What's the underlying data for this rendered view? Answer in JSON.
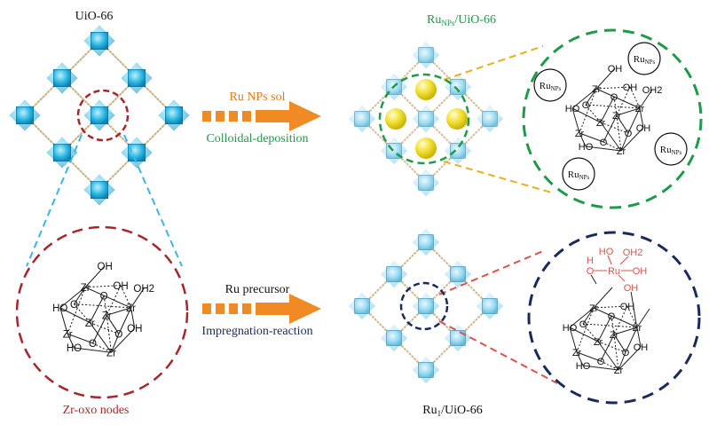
{
  "titles": {
    "uio66": "UiO-66",
    "ru_nps_main": "Ru",
    "ru_nps_sub": "NPs",
    "ru_nps_rest": "/UiO-66",
    "ru1_main": "Ru",
    "ru1_sub": "1",
    "ru1_rest": "/UiO-66",
    "zr_oxo": "Zr-oxo nodes"
  },
  "arrows": {
    "top_label": "Ru NPs sol",
    "top_caption": "Colloidal-deposition",
    "bottom_label": "Ru precursor",
    "bottom_caption": "Impregnation-reaction"
  },
  "ru_np_label": {
    "main": "Ru",
    "sub": "NPs"
  },
  "cluster_atoms": [
    "OH",
    "Zr",
    "O",
    "OH",
    "OH2",
    "O",
    "HO",
    "Zr",
    "Zr",
    "Zr",
    "Zr",
    "O",
    "OH",
    "O",
    "HO",
    "Zr"
  ],
  "ru_site_atoms": [
    "H",
    "O",
    "Ru",
    "HO",
    "OH2",
    "OH",
    "OH"
  ],
  "colors": {
    "framework": "#29b6e0",
    "red": "#a8262b",
    "green": "#1e9a4a",
    "navy": "#1a2a5a",
    "orange": "#f08a24",
    "yellow": "#f2e23a",
    "ru_red": "#d9534f"
  }
}
